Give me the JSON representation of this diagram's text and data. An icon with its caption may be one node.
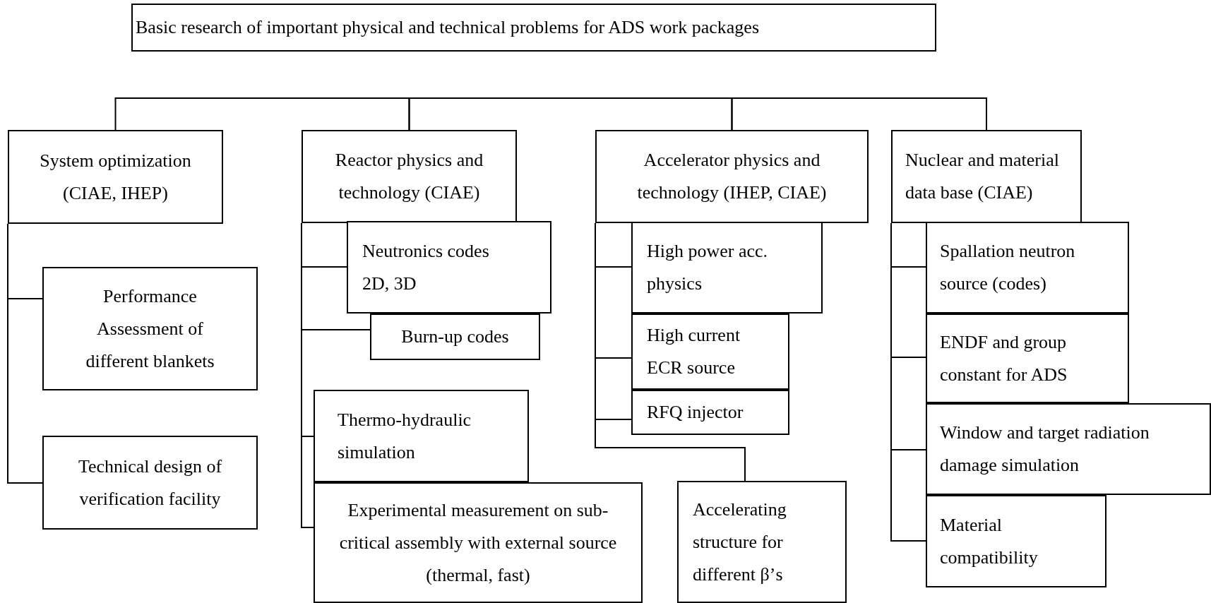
{
  "diagram": {
    "nodes": [
      {
        "text": [
          "Basic research of important physical and technical problems for ADS work packages"
        ]
      },
      {
        "text": [
          "System optimization (CIAE, IHEP)"
        ]
      },
      {
        "text": [
          "Performance Assessment of different blankets"
        ]
      },
      {
        "text": [
          "Technical design of verification facility"
        ]
      },
      {
        "text": [
          "Reactor physics and technology (CIAE)"
        ]
      },
      {
        "text": [
          "Neutronics codes 2D, 3D"
        ]
      },
      {
        "text": [
          "Burn-up codes"
        ]
      },
      {
        "text": [
          "Thermo-hydraulic simulation"
        ]
      },
      {
        "text": [
          "Experimental measurement on sub-critical assembly with external source (thermal, fast)"
        ]
      },
      {
        "text": [
          "Accelerator physics and technology (IHEP, CIAE)"
        ]
      },
      {
        "text": [
          "High power acc. physics"
        ]
      },
      {
        "text": [
          "High current ECR source"
        ]
      },
      {
        "text": [
          "RFQ injector"
        ]
      },
      {
        "text": [
          "Accelerating structure for different β’s"
        ]
      },
      {
        "text": [
          "Nuclear and material data base (CIAE)"
        ]
      },
      {
        "text": [
          "Spallation neutron source (codes)"
        ]
      },
      {
        "text": [
          "ENDF and group constant for ADS"
        ]
      },
      {
        "text": [
          "Window and target radiation damage simulation"
        ]
      },
      {
        "text": [
          "Material compatibility"
        ]
      }
    ],
    "edges": [
      {
        "from": 1,
        "to": 4,
        "arrow": "none"
      },
      {
        "from": 4,
        "to": 9,
        "arrow": "none"
      },
      {
        "from": 9,
        "to": 14,
        "arrow": "none"
      },
      {
        "from": 1,
        "to": 2,
        "arrow": "none"
      },
      {
        "from": 1,
        "to": 3,
        "arrow": "none"
      },
      {
        "from": 4,
        "to": 5,
        "arrow": "none"
      },
      {
        "from": 4,
        "to": 6,
        "arrow": "none"
      },
      {
        "from": 4,
        "to": 7,
        "arrow": "none"
      },
      {
        "from": 4,
        "to": 8,
        "arrow": "none"
      },
      {
        "from": 9,
        "to": 10,
        "arrow": "none"
      },
      {
        "from": 9,
        "to": 11,
        "arrow": "none"
      },
      {
        "from": 9,
        "to": 12,
        "arrow": "none"
      },
      {
        "from": 9,
        "to": 13,
        "arrow": "none"
      },
      {
        "from": 14,
        "to": 15,
        "arrow": "none"
      },
      {
        "from": 14,
        "to": 16,
        "arrow": "none"
      },
      {
        "from": 14,
        "to": 17,
        "arrow": "none"
      },
      {
        "from": 14,
        "to": 18,
        "arrow": "none"
      }
    ]
  }
}
